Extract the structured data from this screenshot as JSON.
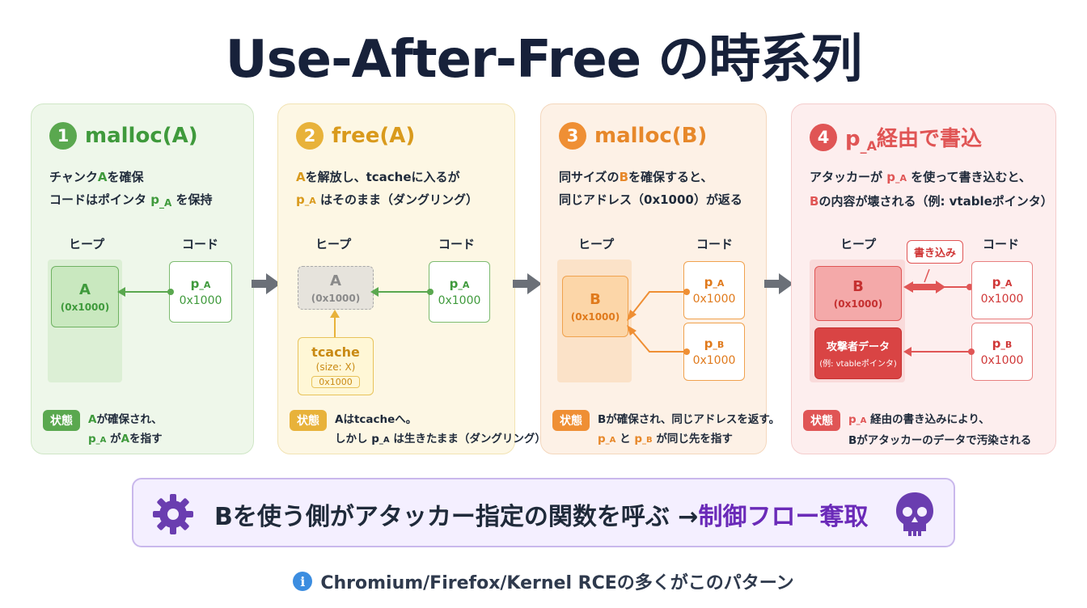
{
  "title": "Use-After-Free の時系列",
  "colors": {
    "green": "#5aa84f",
    "yellow": "#e8b23a",
    "orange": "#ef8f34",
    "red": "#e05555",
    "purple": "#6a2ab8"
  },
  "heap_label": "ヒープ",
  "code_label": "コード",
  "state_label": "状態",
  "step1": {
    "num": "1",
    "title": "malloc(A)",
    "desc1_a": "チャンク",
    "desc1_b": "A",
    "desc1_c": "を確保",
    "desc2_a": "コードはポインタ ",
    "desc2_b": "p",
    "desc2_c": "_A",
    "desc2_d": " を保持",
    "heap_name": "A",
    "heap_addr": "(0x1000)",
    "ptr_name": "p",
    "ptr_sub": "_A",
    "ptr_addr": "0x1000",
    "state1_a": "A",
    "state1_b": "が確保され、",
    "state2_a": "p",
    "state2_b": "_A",
    "state2_c": " が",
    "state2_d": "A",
    "state2_e": "を指す"
  },
  "step2": {
    "num": "2",
    "title": "free(A)",
    "desc1_a": "A",
    "desc1_b": "を解放し、tcacheに入るが",
    "desc2_a": "p",
    "desc2_b": "_A",
    "desc2_c": " はそのまま（ダングリング）",
    "heap_name": "A",
    "heap_addr": "(0x1000)",
    "tcache_name": "tcache",
    "tcache_size": "(size: X)",
    "tcache_addr": "0x1000",
    "ptr_name": "p",
    "ptr_sub": "_A",
    "ptr_addr": "0x1000",
    "state1": "Aはtcacheへ。",
    "state2_a": "しかし p",
    "state2_b": "_A",
    "state2_c": " は生きたまま（ダングリング）"
  },
  "step3": {
    "num": "3",
    "title": "malloc(B)",
    "desc1_a": "同サイズの",
    "desc1_b": "B",
    "desc1_c": "を確保すると、",
    "desc2": "同じアドレス（0x1000）が返る",
    "heap_name": "B",
    "heap_addr": "(0x1000)",
    "ptrA_name": "p",
    "ptrA_sub": "_A",
    "ptrA_addr": "0x1000",
    "ptrB_name": "p",
    "ptrB_sub": "_B",
    "ptrB_addr": "0x1000",
    "state1": "Bが確保され、同じアドレスを返す。",
    "state2_a": "p",
    "state2_b": "_A",
    "state2_c": " と ",
    "state2_d": "p",
    "state2_e": "_B",
    "state2_f": " が同じ先を指す"
  },
  "step4": {
    "num": "4",
    "title_a": "p",
    "title_b": "_A",
    "title_c": "経由で書込",
    "desc1_a": "アタッカーが ",
    "desc1_b": "p",
    "desc1_c": "_A",
    "desc1_d": " を使って書き込むと、",
    "desc2_a": "B",
    "desc2_b": "の内容が壊される（例: vtableポインタ）",
    "heap_name": "B",
    "heap_addr": "(0x1000)",
    "write_label": "書き込み",
    "attack_name": "攻撃者データ",
    "attack_note": "(例: vtableポインタ)",
    "ptrA_name": "p",
    "ptrA_sub": "_A",
    "ptrA_addr": "0x1000",
    "ptrB_name": "p",
    "ptrB_sub": "_B",
    "ptrB_addr": "0x1000",
    "state1_a": "p",
    "state1_b": "_A",
    "state1_c": " 経由の書き込みにより、",
    "state2": "Bがアタッカーのデータで汚染される"
  },
  "banner": {
    "text": "Bを使う側がアタッカー指定の関数を呼ぶ → ",
    "highlight": "制御フロー奪取",
    "gear_icon": "gear-icon",
    "skull_icon": "skull-icon"
  },
  "footer": {
    "text": "Chromium/Firefox/Kernel RCEの多くがこのパターン",
    "info_icon": "info-icon"
  }
}
